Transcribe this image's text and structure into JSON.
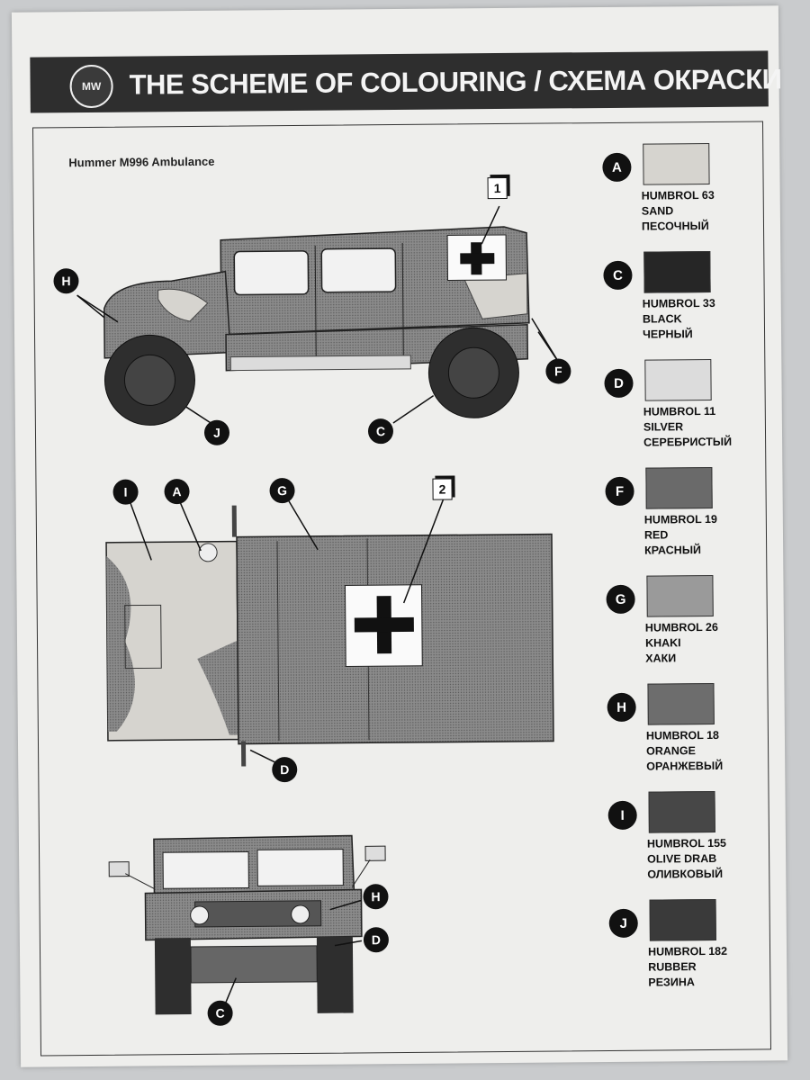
{
  "header": {
    "logo_text": "MW",
    "title": "THE SCHEME OF COLOURING / СХЕМА ОКРАСКИ"
  },
  "model_title": "Hummer M996 Ambulance",
  "palette": [
    {
      "letter": "A",
      "code": "HUMBROL 63",
      "name_en": "SAND",
      "name_ru": "ПЕСОЧНЫЙ",
      "color": "#d6d4cf"
    },
    {
      "letter": "C",
      "code": "HUMBROL 33",
      "name_en": "BLACK",
      "name_ru": "ЧЕРНЫЙ",
      "color": "#262626"
    },
    {
      "letter": "D",
      "code": "HUMBROL 11",
      "name_en": "SILVER",
      "name_ru": "СЕРЕБРИСТЫЙ",
      "color": "#dcdcdc"
    },
    {
      "letter": "F",
      "code": "HUMBROL 19",
      "name_en": "RED",
      "name_ru": "КРАСНЫЙ",
      "color": "#6a6a6a"
    },
    {
      "letter": "G",
      "code": "HUMBROL 26",
      "name_en": "KHAKI",
      "name_ru": "ХАКИ",
      "color": "#9a9a9a"
    },
    {
      "letter": "H",
      "code": "HUMBROL 18",
      "name_en": "ORANGE",
      "name_ru": "ОРАНЖЕВЫЙ",
      "color": "#6d6d6d"
    },
    {
      "letter": "I",
      "code": "HUMBROL 155",
      "name_en": "OLIVE DRAB",
      "name_ru": "ОЛИВКОВЫЙ",
      "color": "#474747"
    },
    {
      "letter": "J",
      "code": "HUMBROL 182",
      "name_en": "RUBBER",
      "name_ru": "РЕЗИНА",
      "color": "#3a3a3a"
    }
  ],
  "callouts": {
    "side": [
      "H",
      "J",
      "C",
      "F"
    ],
    "top": [
      "I",
      "A",
      "G",
      "D"
    ],
    "front": [
      "H",
      "D",
      "C"
    ]
  },
  "steps": [
    "1",
    "2"
  ]
}
